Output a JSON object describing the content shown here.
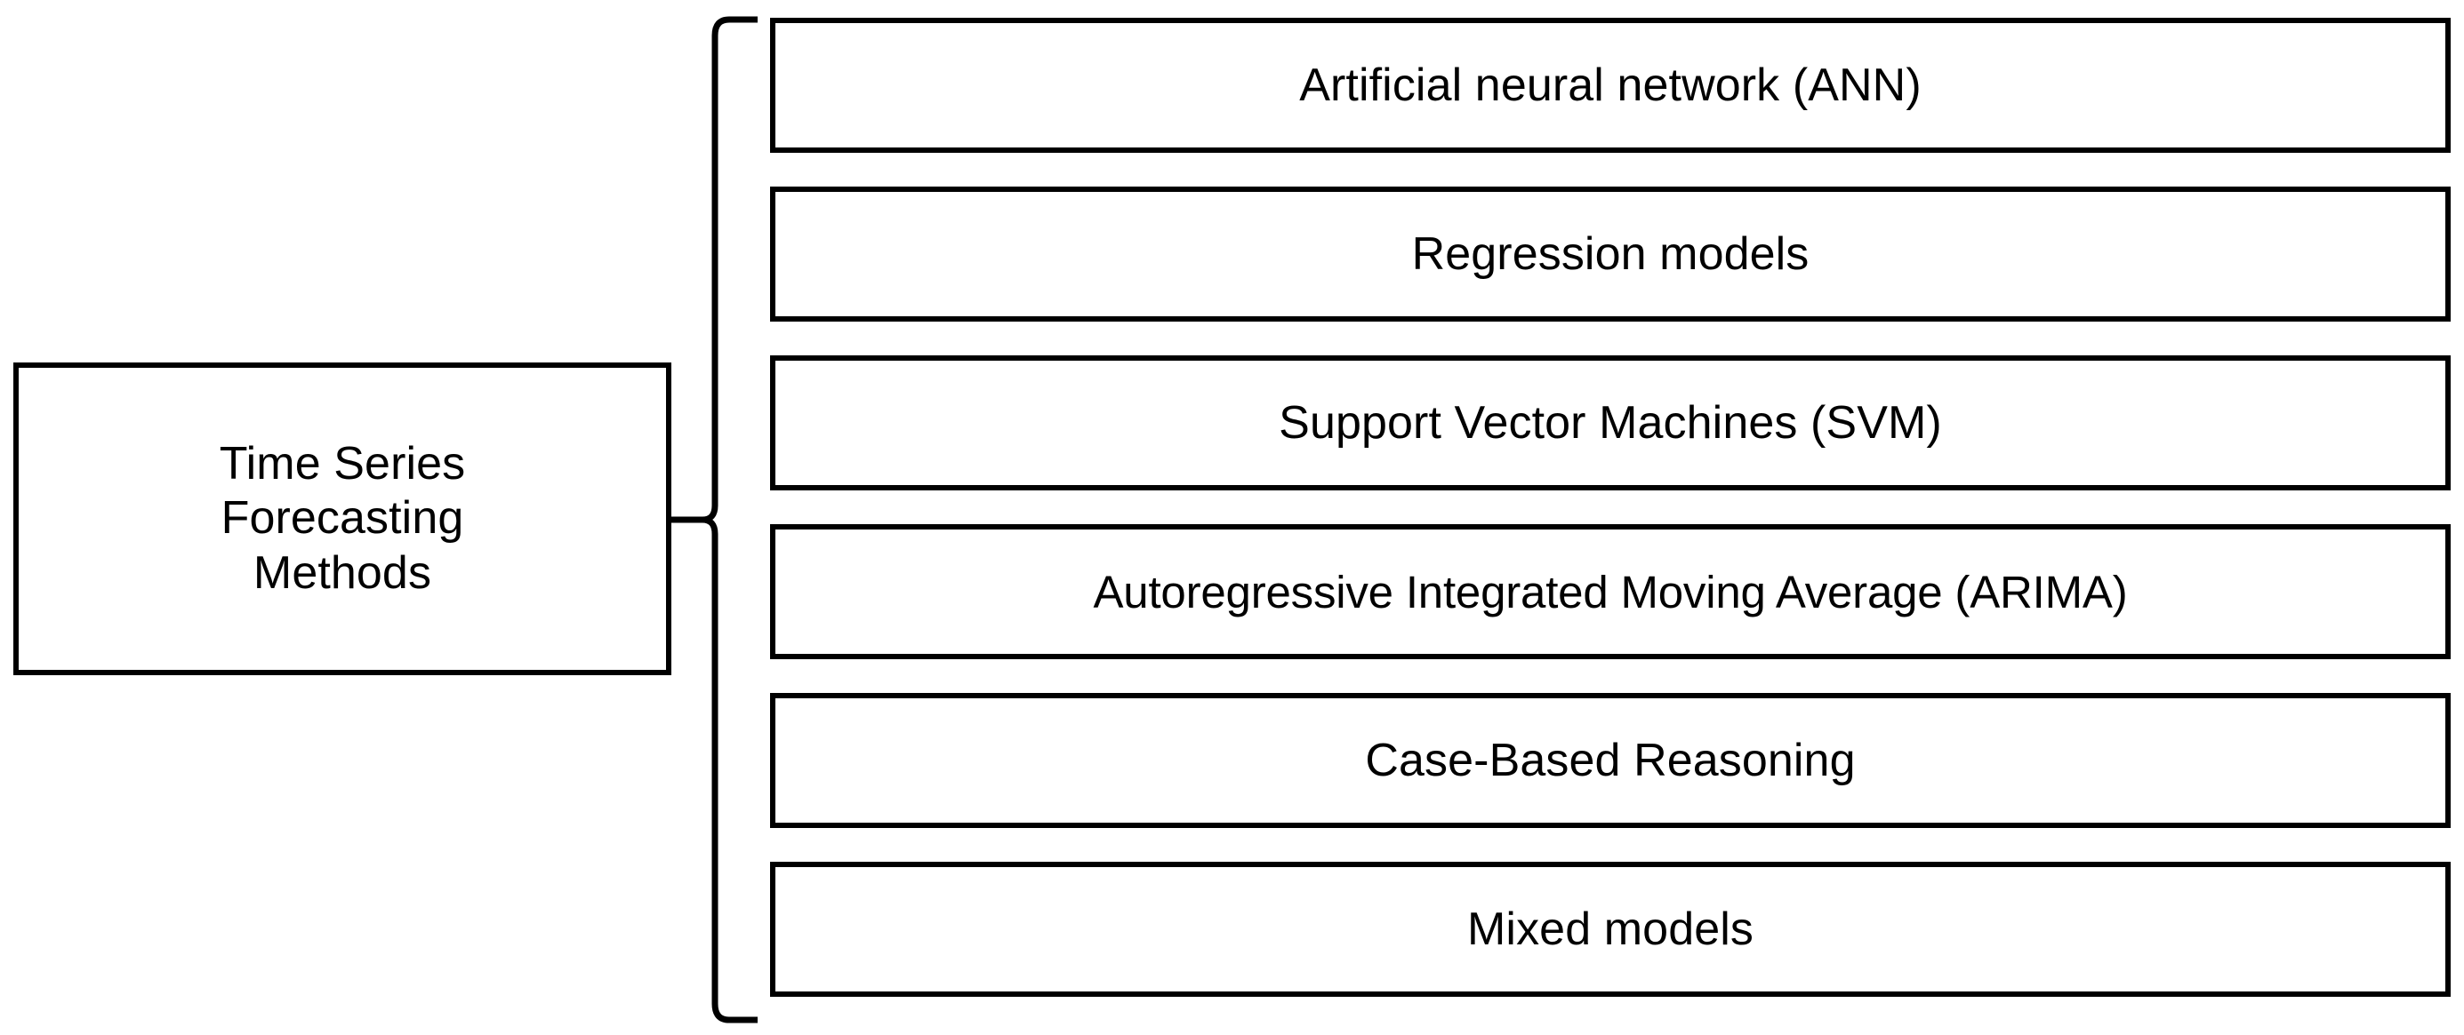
{
  "diagram": {
    "type": "bracket-tree",
    "orientation": "horizontal-right",
    "background_color": "#ffffff",
    "line_color": "#000000",
    "root": {
      "label": "Time Series\nForecasting\nMethods",
      "lines": [
        "Time Series",
        "Forecasting",
        "Methods"
      ]
    },
    "connector": {
      "style": "curly-brace",
      "name": "brace-connector"
    },
    "leaves": [
      {
        "label": "Artificial neural network (ANN)"
      },
      {
        "label": "Regression models"
      },
      {
        "label": "Support Vector Machines (SVM)"
      },
      {
        "label": "Autoregressive Integrated Moving Average (ARIMA)"
      },
      {
        "label": "Case-Based Reasoning"
      },
      {
        "label": "Mixed models"
      }
    ]
  }
}
